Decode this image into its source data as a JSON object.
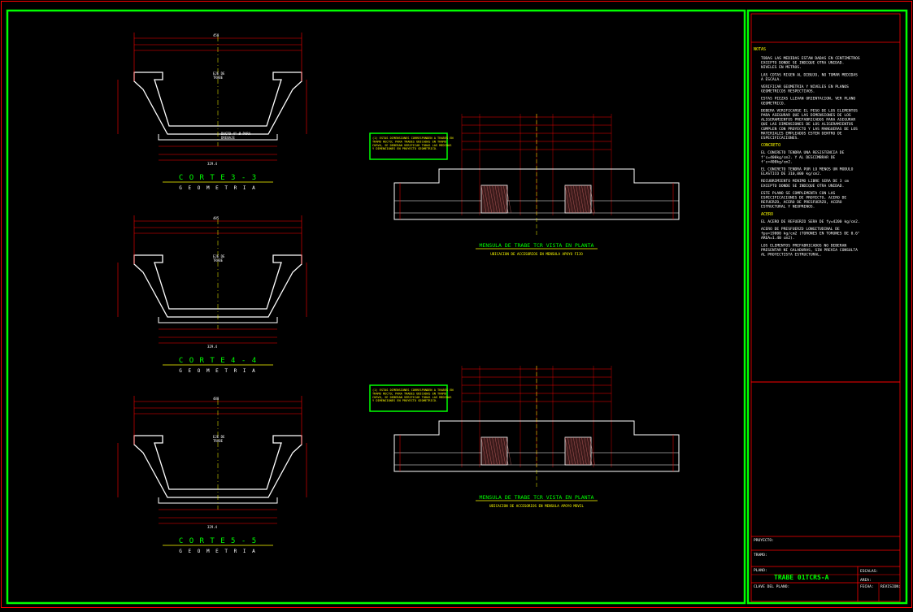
{
  "sections": [
    {
      "id": "corte-3-3",
      "title": "C O R T E   3 - 3",
      "subtitle": "G E O M E T R I A",
      "label_center": "EJE DE\nTRABE",
      "note": "DUCTO 4\" Ø PARA\nDRENAJE",
      "top_dim": "450",
      "bottom_dim": "329.4"
    },
    {
      "id": "corte-4-4",
      "title": "C O R T E   4 - 4",
      "subtitle": "G E O M E T R I A",
      "label_center": "EJE DE\nTRABE",
      "note": "",
      "top_dim": "485",
      "bottom_dim": "329.4"
    },
    {
      "id": "corte-5-5",
      "title": "C O R T E   5 - 5",
      "subtitle": "G E O M E T R I A",
      "label_center": "EJE DE\nTRABE",
      "note": "",
      "top_dim": "480",
      "bottom_dim": "329.4"
    }
  ],
  "plans": [
    {
      "id": "plan-fijo",
      "title": "MENSULA DE TRABE TCR VISTA EN PLANTA",
      "subtitle": "UBICACION DE ACCESORIOS EN MENSULA APOYO FIJO",
      "note_box": "(1) ESTAS DIMENSIONES CORRESPONDEN A TRABES EN TRAMO RECTO; PARA TRABES UBICADAS EN TRAMO CURVO, SE DEBERAN VERIFICAR TODAS LAS MEDIDAS Y DIMENSIONES EN PROYECTO GEOMETRICO."
    },
    {
      "id": "plan-movil",
      "title": "MENSULA DE TRABE TCR VISTA EN PLANTA",
      "subtitle": "UBICACION DE ACCESORIOS EN MENSULA APOYO MOVIL",
      "note_box": "(1) ESTAS DIMENSIONES CORRESPONDEN A TRABES EN TRAMO RECTO; PARA TRABES UBICADAS EN TRAMO CURVO, SE DEBERAN VERIFICAR TODAS LAS MEDIDAS Y DIMENSIONES EN PROYECTO GEOMETRICO."
    }
  ],
  "notes": {
    "heading": "NOTAS",
    "items": [
      "TODAS LAS MEDIDAS ESTAN DADAS EN CENTIMETROS EXCEPTO DONDE SE INDIQUE OTRA UNIDAD. NIVELES EN METROS.",
      "LAS COTAS RIGEN AL DIBUJO, NO TOMAR MEDIDAS A ESCALA.",
      "VERIFICAR GEOMETRIA Y NIVELES EN PLANOS GEOMETRICOS RESPECTIVOS.",
      "ESTAS PIEZAS LLEVAN ORIENTACION, VER PLANO GEOMETRICO.",
      "DEBERA VERIFICARSE EL PESO DE LOS ELEMENTOS PARA ASEGURAR QUE LAS DIMENSIONES DE LOS ALIGERAMIENTOS PREFABRICADOS PARA ASEGURAR QUE LAS DIMENSIONES DE LOS ALIGERAMIENTOS CUMPLEN CON PROYECTO Y LAS MANGUERAS DE LOS MATERIALES EMPLEADOS ESTEN DENTRO DE ESPECIFICACIONES.",
      "CONCRETO",
      "EL CONCRETO TENDRA UNA RESISTENCIA DE f'c=400kg/cm2. Y AL DESCIMBRAR DE f'c=400kg/cm2.",
      "EL CONCRETO TENDRA POR LO MENOS UN MODULO ELASTICO DE 310,000 kg/cm2.",
      "RECUBRIMIENTO MINIMO LIBRE SERA DE 3 cm EXCEPTO DONDE SE INDIQUE OTRA UNIDAD.",
      "ESTE PLANO SE COMPLEMENTA CON LAS ESPECIFICACIONES DE PROYECTO, ACERO DE REFUERZO, ACERO DE PRESFUERZO, ACERO ESTRUCTURAL Y NEOPRENOS.",
      "ACERO",
      "EL ACERO DE REFUERZO SERA DE fy=4200 kg/cm2.",
      "ACERO DE PRESFUERZO LONGITUDINAL DE fpu=19000 kg/cm2 (TORONES EN TORONES DE 0.6\" AREA=1.40 cm2).",
      "LOS ELEMENTOS PREFABRICADOS NO DEBERAN PRESENTAR NI GALADURAS, SIN PREVIA CONSULTA AL PROYECTISTA ESTRUCTURAL."
    ]
  },
  "title_block": {
    "proyecto_label": "PROYECTO:",
    "tramo_label": "TRAMO:",
    "plano_label": "PLANO:",
    "plano_value": "TRABE 01TCRS-A",
    "escalas_label": "ESCALAS:",
    "area_label": "AREA:",
    "clave_label": "CLAVE DEL PLANO:",
    "fecha_label": "FECHA:",
    "revision_label": "REVISION:"
  },
  "colors": {
    "frame_red": "#ff0000",
    "border_green": "#00ff00",
    "dim_red": "#ff0000",
    "concrete_white": "#ffffff",
    "yellow": "#ffff00"
  }
}
